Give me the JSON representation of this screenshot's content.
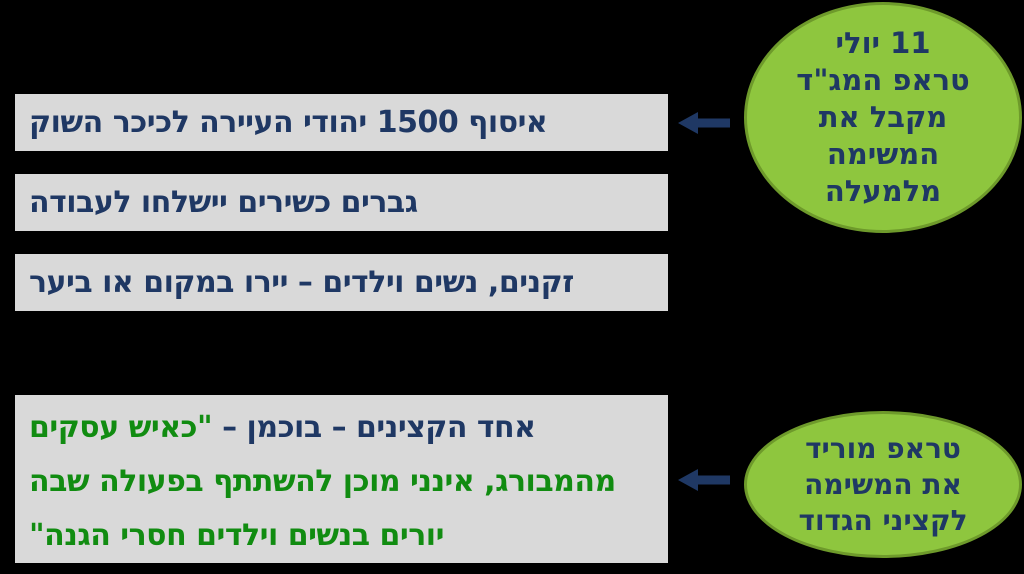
{
  "slide": {
    "language": "he",
    "direction": "rtl"
  },
  "colors": {
    "background": "#000000",
    "box_gray": "#d9d9d9",
    "navy": "#1f3864",
    "green": "#118c11",
    "ellipse_fill": "#8ec63e",
    "ellipse_border": "#6e9a2b"
  },
  "boxes": [
    {
      "text": "איסוף 1500 יהודי העיירה לכיכר השוק"
    },
    {
      "text": "גברים כשירים יישלחו לעבודה"
    },
    {
      "text": "זקנים, נשים וילדים – יירו במקום או ביער"
    }
  ],
  "quote_box": {
    "line1_navy": "אחד הקצינים – בוכמן – ",
    "line1_green": "\"כאיש עסקים",
    "line2": "מהמבורג, אינני מוכן להשתתף בפעולה שבה",
    "line3": "יורים בנשים וילדים חסרי הגנה\""
  },
  "ellipse_top": {
    "lines": [
      "11 יולי",
      "טראפ המג\"ד",
      "מקבל את",
      "המשימה",
      "מלמעלה"
    ]
  },
  "ellipse_bottom": {
    "lines": [
      "טראפ מוריד",
      "את המשימה",
      "לקציני הגדוד"
    ]
  },
  "icons": {
    "arrow_style": "left-block-arrow"
  }
}
